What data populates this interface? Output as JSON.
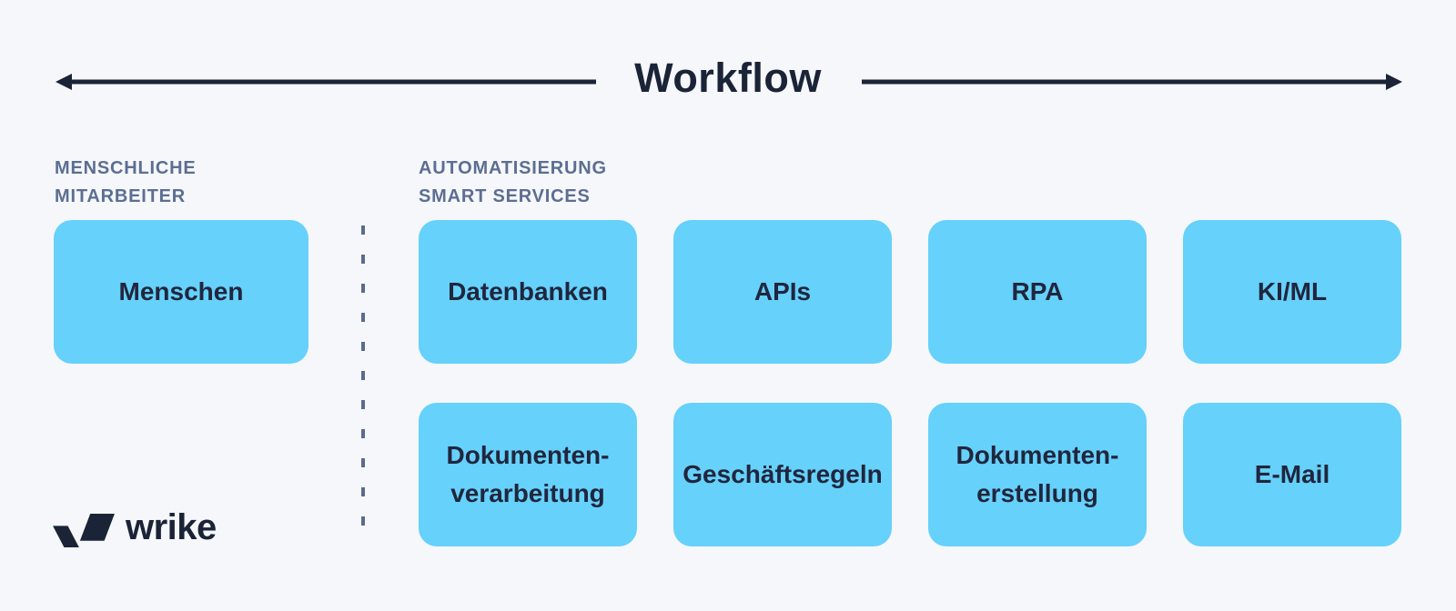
{
  "title": "Workflow",
  "colors": {
    "background": "#f5f7fa",
    "box_blue": "#66d1fa",
    "navy": "#1b2337",
    "box_text": "#20263e",
    "heading_gray_blue": "#5c6e92",
    "dash": "#5b6b8c"
  },
  "sections": {
    "left": {
      "heading": "MENSCHLICHE\nMITARBEITER",
      "box": "Menschen"
    },
    "right": {
      "heading": "AUTOMATISIERUNG\nSMART SERVICES",
      "row1": [
        "Datenbanken",
        "APIs",
        "RPA",
        "KI/ML"
      ],
      "row2": [
        "Dokumenten-\nverarbeitung",
        "Geschäftsregeln",
        "Dokumenten-\nerstellung",
        "E-Mail"
      ]
    }
  },
  "logo": {
    "text": "wrike"
  }
}
